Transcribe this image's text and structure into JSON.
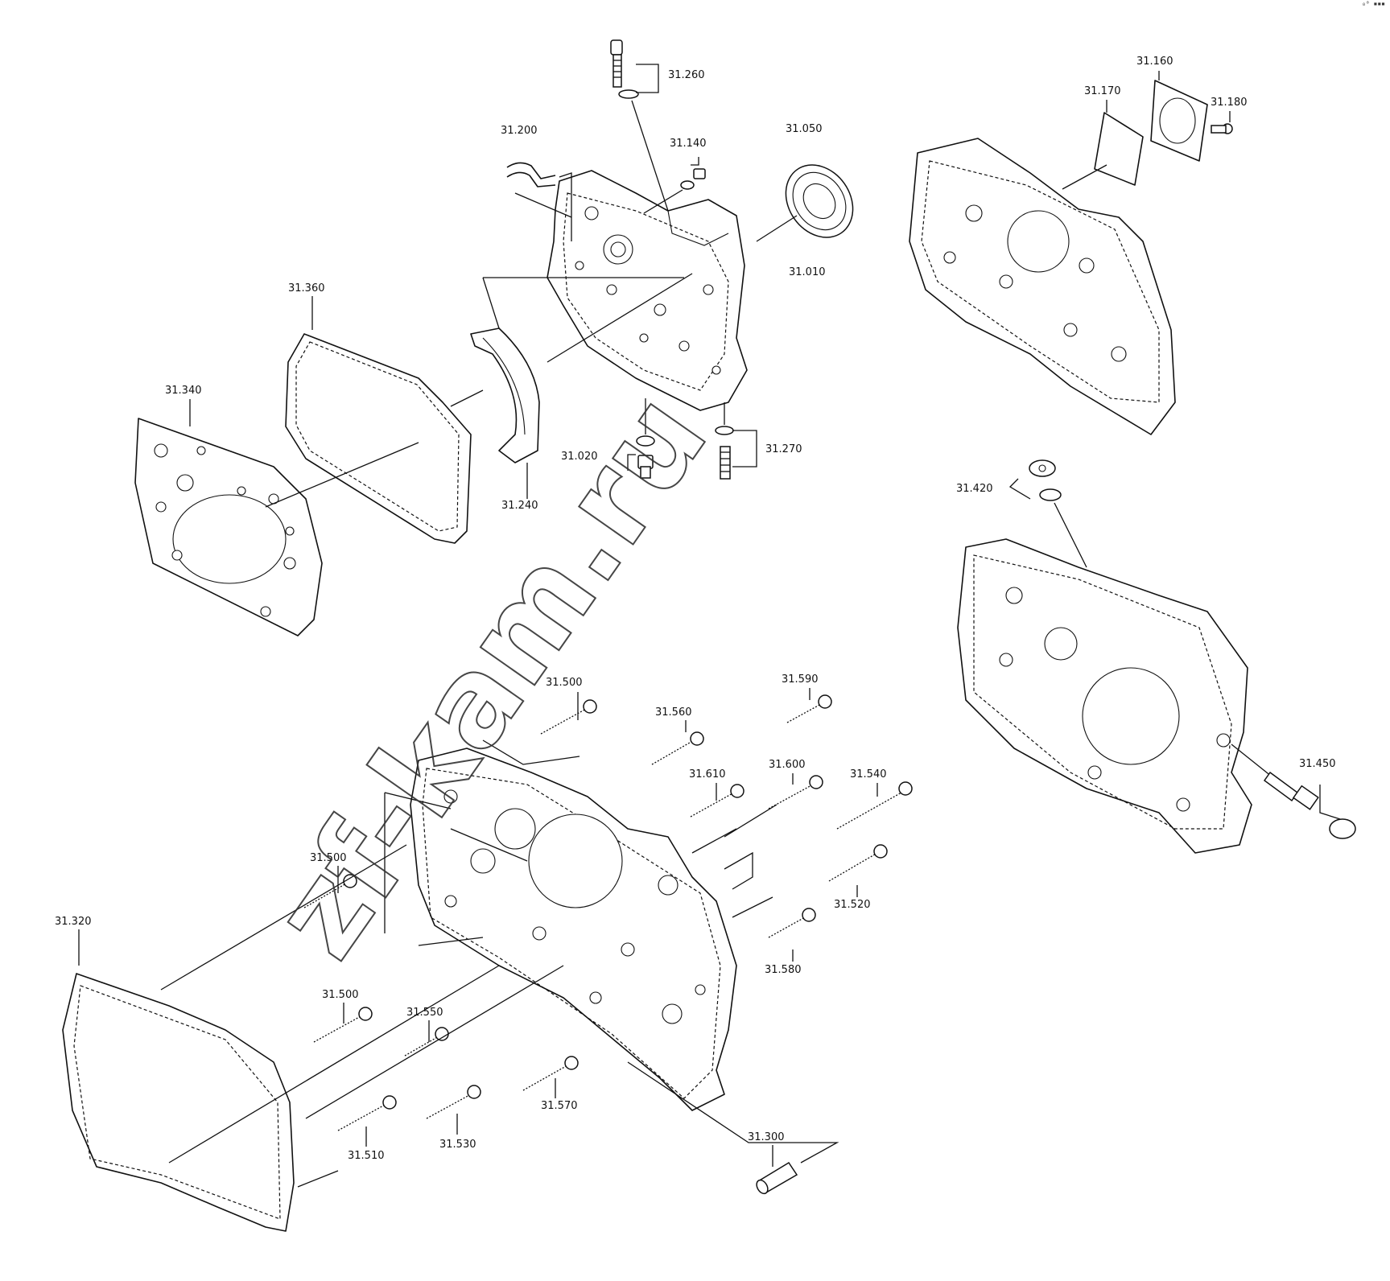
{
  "diagram": {
    "watermark": "zf-kam.ru",
    "corner_mark": "₀⁰ ▪▪▪",
    "labels": {
      "p31260": "31.260",
      "p31200": "31.200",
      "p31140": "31.140",
      "p31050": "31.050",
      "p31010": "31.010",
      "p31360": "31.360",
      "p31340": "31.340",
      "p31240": "31.240",
      "p31020": "31.020",
      "p31270": "31.270",
      "p31160": "31.160",
      "p31170": "31.170",
      "p31180": "31.180",
      "p31420": "31.420",
      "p31450": "31.450",
      "p31500a": "31.500",
      "p31590": "31.590",
      "p31560": "31.560",
      "p31610": "31.610",
      "p31600": "31.600",
      "p31540": "31.540",
      "p31500b": "31.500",
      "p31520": "31.520",
      "p31580": "31.580",
      "p31320": "31.320",
      "p31500c": "31.500",
      "p31550": "31.550",
      "p31570": "31.570",
      "p31510": "31.510",
      "p31530": "31.530",
      "p31300": "31.300"
    }
  }
}
